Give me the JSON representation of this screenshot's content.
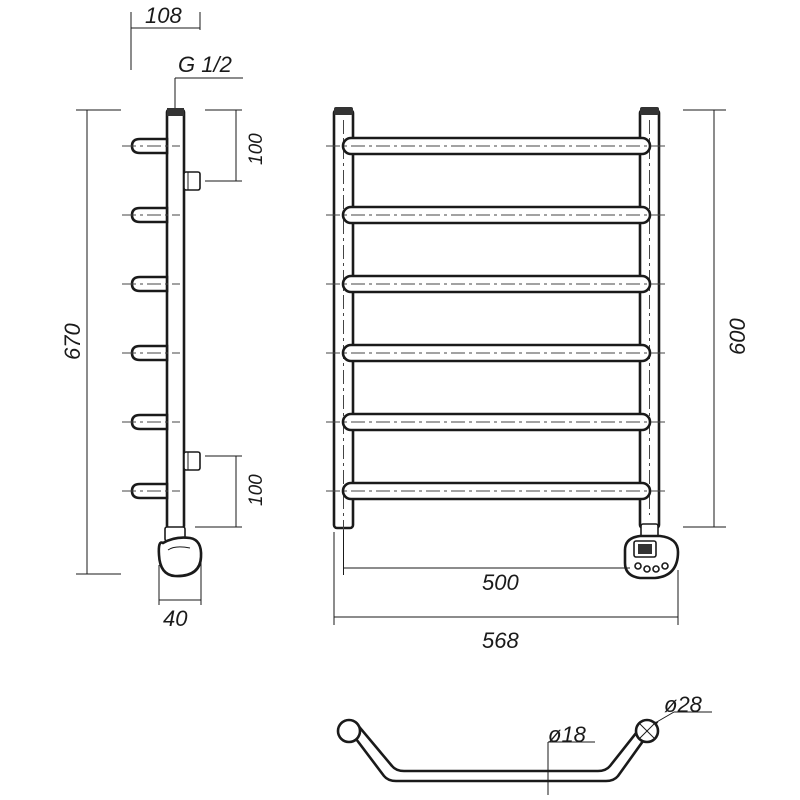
{
  "dimensions": {
    "depth_top": "108",
    "thread": "G 1/2",
    "connection_offset_top": "100",
    "connection_offset_bottom": "100",
    "overall_height": "670",
    "heater_depth": "40",
    "center_height": "600",
    "center_width": "500",
    "overall_width": "568",
    "rail_diameter": "ø28",
    "bar_diameter": "ø18"
  },
  "rungs": {
    "count": 6
  },
  "colors": {
    "ink": "#1a1a1a",
    "cap": "#333333",
    "background": "#ffffff"
  },
  "icons": [
    "heater-control-icon",
    "heater-knob-icon"
  ]
}
